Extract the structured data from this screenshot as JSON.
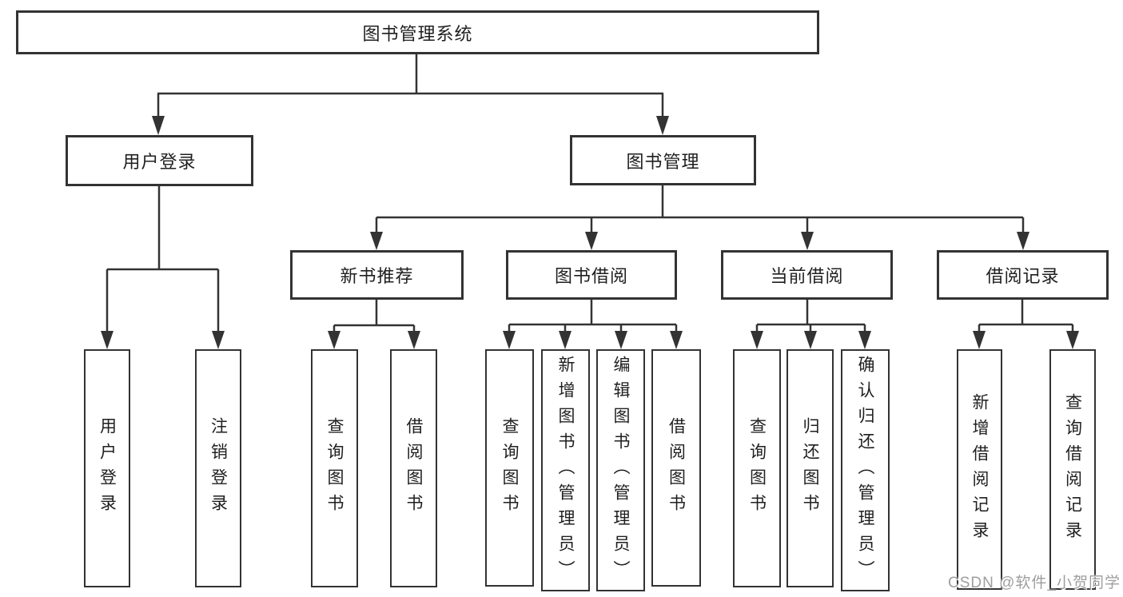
{
  "diagram": {
    "title": "图书管理系统",
    "level2": [
      {
        "label": "用户登录"
      },
      {
        "label": "图书管理"
      }
    ],
    "level3": [
      {
        "label": "新书推荐",
        "parent": "图书管理"
      },
      {
        "label": "图书借阅",
        "parent": "图书管理"
      },
      {
        "label": "当前借阅",
        "parent": "图书管理"
      },
      {
        "label": "借阅记录",
        "parent": "图书管理"
      }
    ],
    "leaves": [
      {
        "label": "用户登录",
        "parent": "用户登录"
      },
      {
        "label": "注销登录",
        "parent": "用户登录"
      },
      {
        "label": "查询图书",
        "parent": "新书推荐"
      },
      {
        "label": "借阅图书",
        "parent": "新书推荐"
      },
      {
        "label": "查询图书",
        "parent": "图书借阅"
      },
      {
        "label": "新增图书（管理员）",
        "parent": "图书借阅"
      },
      {
        "label": "编辑图书（管理员）",
        "parent": "图书借阅"
      },
      {
        "label": "借阅图书",
        "parent": "图书借阅"
      },
      {
        "label": "查询图书",
        "parent": "当前借阅"
      },
      {
        "label": "归还图书",
        "parent": "当前借阅"
      },
      {
        "label": "确认归还（管理员）",
        "parent": "当前借阅"
      },
      {
        "label": "新增借阅记录",
        "parent": "借阅记录"
      },
      {
        "label": "查询借阅记录",
        "parent": "借阅记录"
      }
    ]
  },
  "watermark": "CSDN @软件_小贺同学",
  "colors": {
    "line": "#333333",
    "text": "#1f1f1f",
    "watermark": "#9e9e9e",
    "background": "#ffffff"
  }
}
